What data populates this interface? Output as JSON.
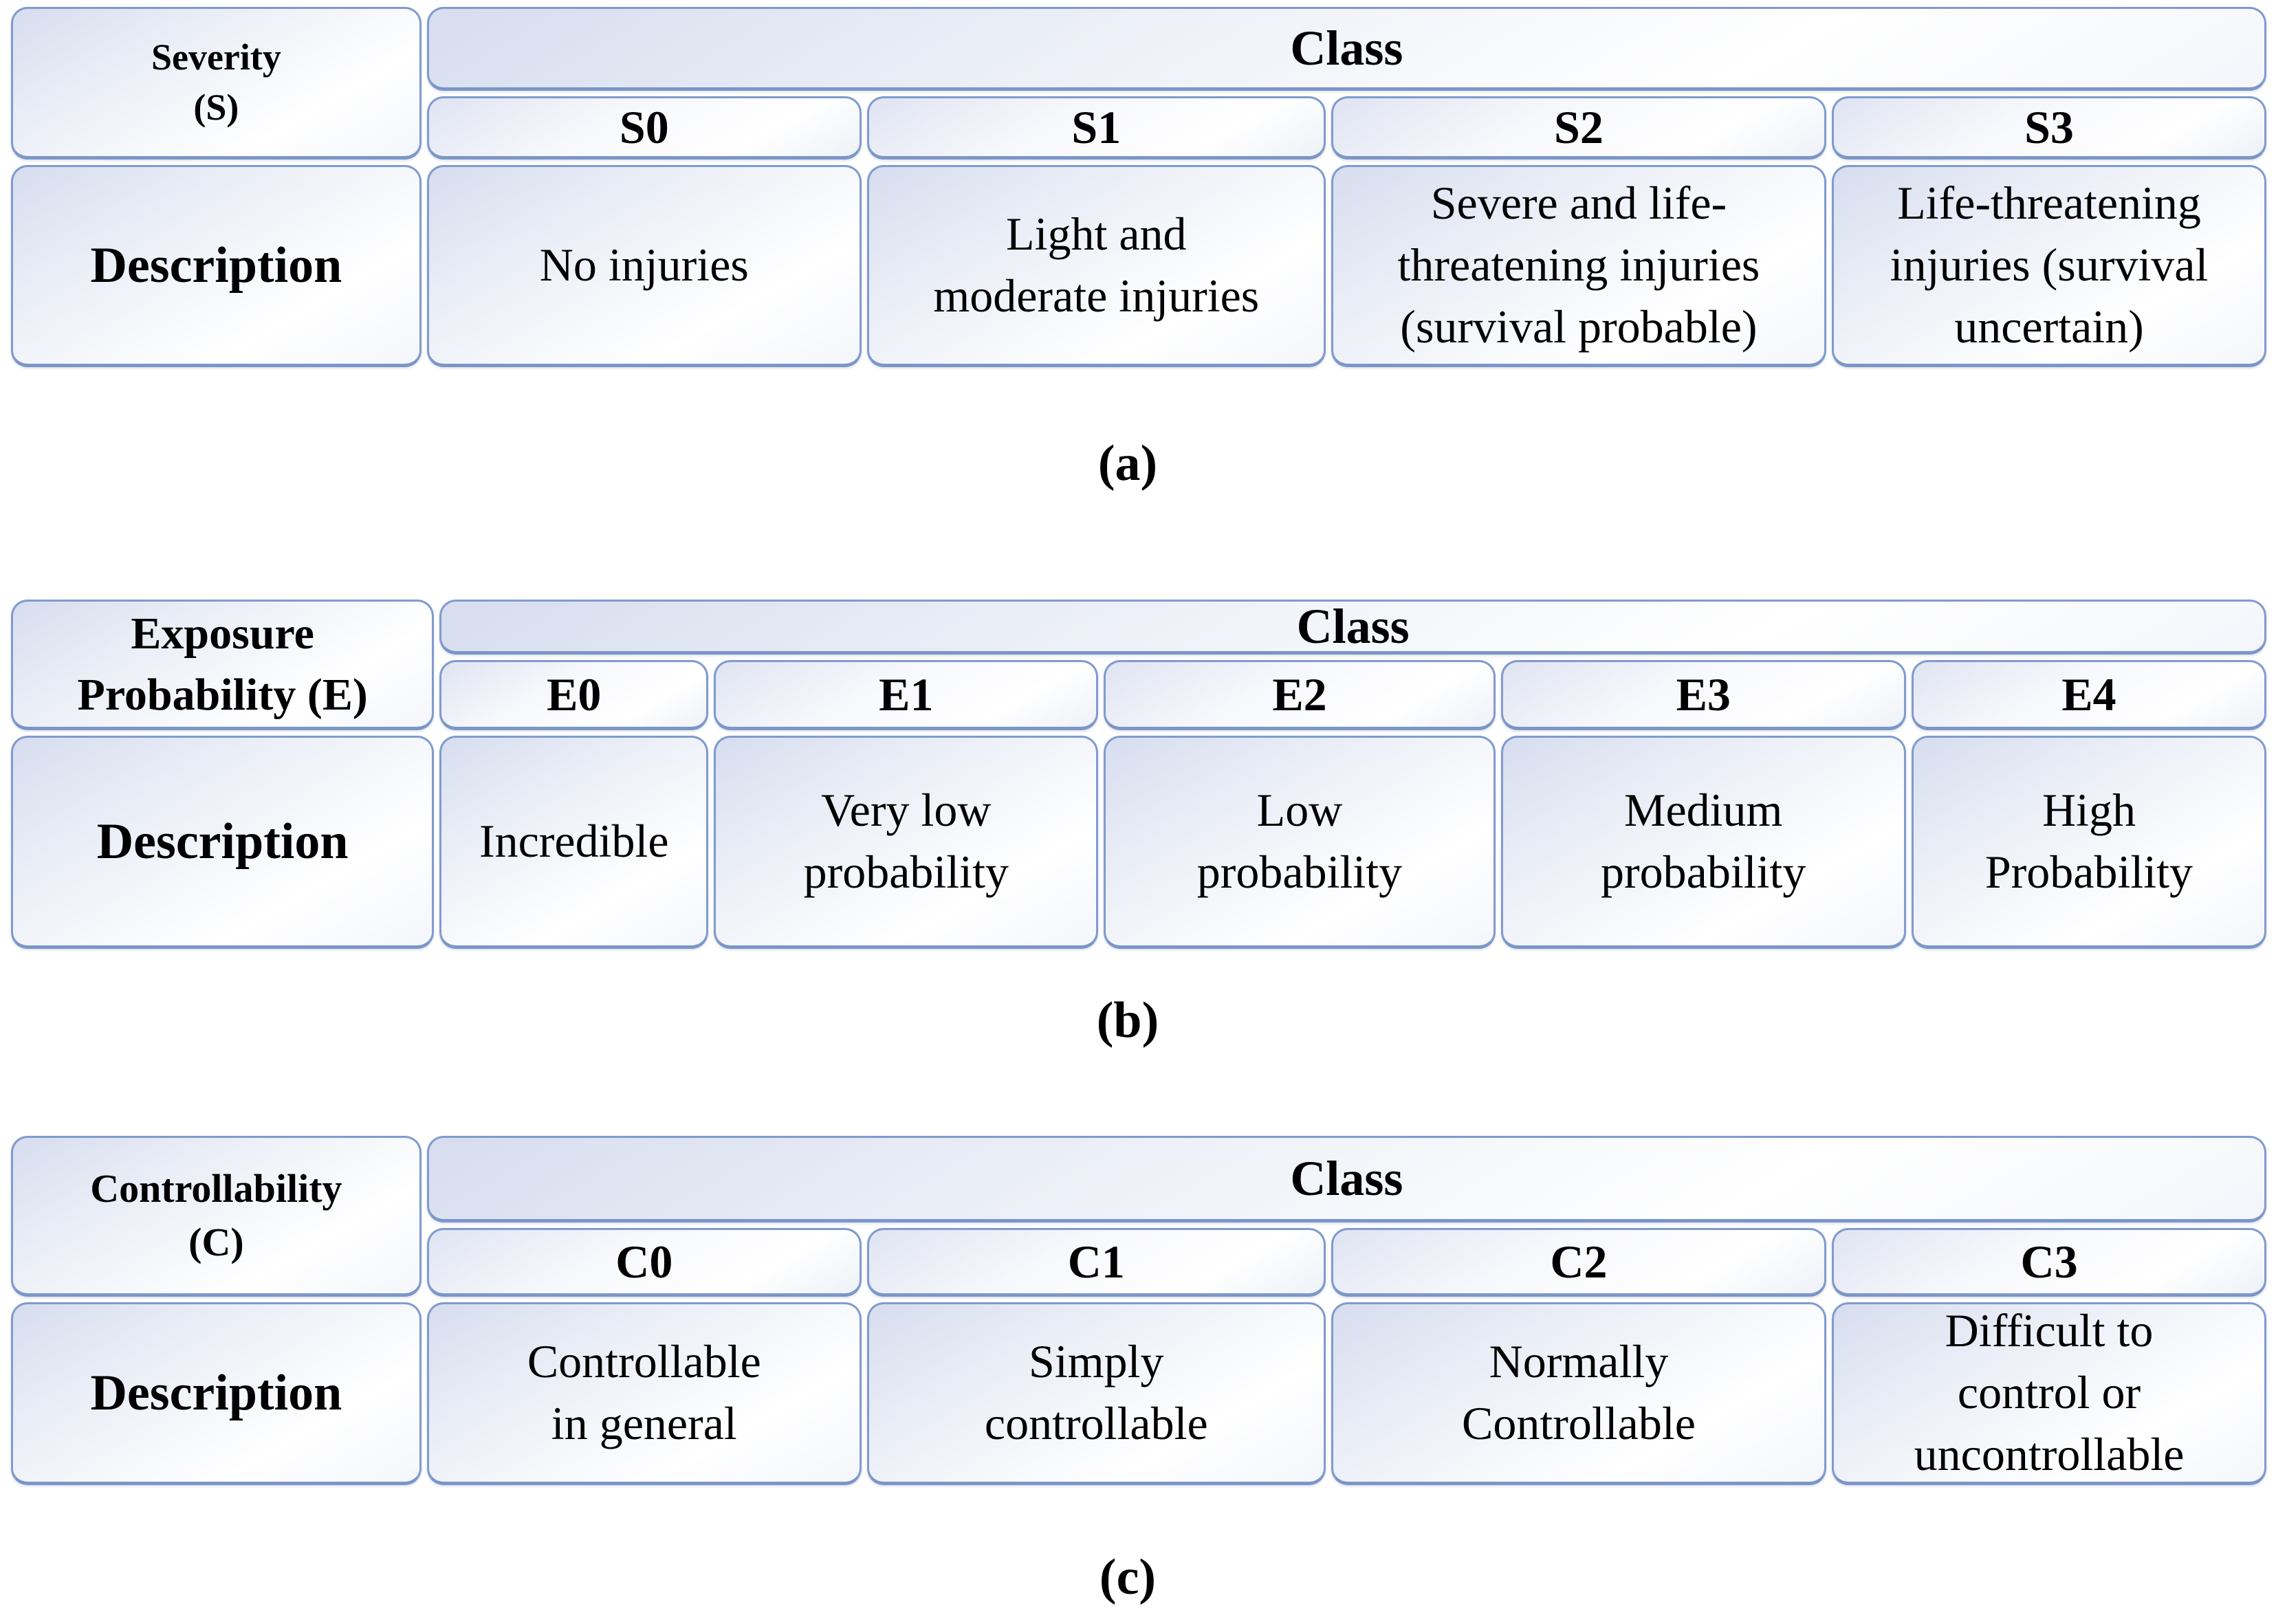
{
  "figure": {
    "type": "classification-tables",
    "caption_a": "(a)",
    "caption_b": "(b)",
    "caption_c": "(c)"
  },
  "style": {
    "border_color": "#809bce",
    "border_bottom_color": "#7b96c8",
    "fill_top": "#d7ddef",
    "fill_bottom": "#ffffff",
    "text_color": "#000000",
    "background": "#ffffff"
  },
  "tables": [
    {
      "caption": "(a)",
      "row_header": "Severity\n(S)",
      "class_header": "Class",
      "classes": [
        "S0",
        "S1",
        "S2",
        "S3"
      ],
      "description_header": "Description",
      "descriptions": [
        "No injuries",
        "Light and\nmoderate injuries",
        "Severe and life-\nthreatening injuries\n(survival probable)",
        "Life-threatening\ninjuries (survival\nuncertain)"
      ]
    },
    {
      "caption": "(b)",
      "row_header": "Exposure\nProbability (E)",
      "class_header": "Class",
      "classes": [
        "E0",
        "E1",
        "E2",
        "E3",
        "E4"
      ],
      "description_header": "Description",
      "descriptions": [
        "Incredible",
        "Very low\nprobability",
        "Low\nprobability",
        "Medium\nprobability",
        "High\nProbability"
      ]
    },
    {
      "caption": "(c)",
      "row_header": "Controllability\n(C)",
      "class_header": "Class",
      "classes": [
        "C0",
        "C1",
        "C2",
        "C3"
      ],
      "description_header": "Description",
      "descriptions": [
        "Controllable\nin general",
        "Simply\ncontrollable",
        "Normally\nControllable",
        "Difficult to\ncontrol or\nuncontrollable"
      ]
    }
  ]
}
